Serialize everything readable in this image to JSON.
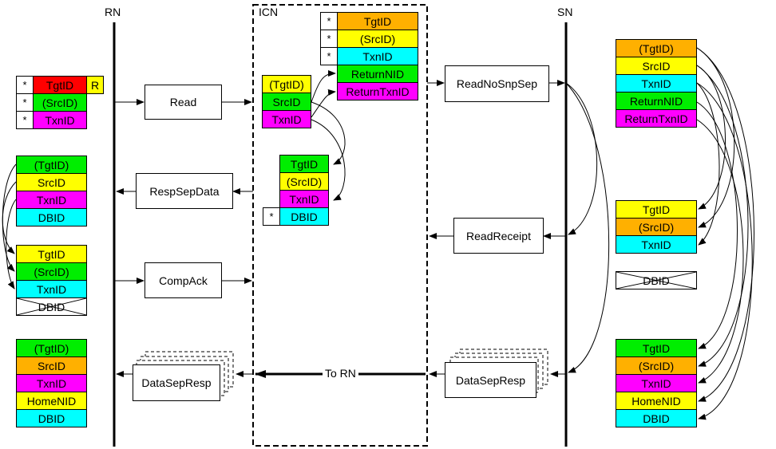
{
  "nodes": {
    "rn": "RN",
    "icn": "ICN",
    "sn": "SN"
  },
  "messages": {
    "read": "Read",
    "resp_sep_data": "RespSepData",
    "comp_ack": "CompAck",
    "data_sep_resp_rn": "DataSepResp",
    "read_no_snp_sep": "ReadNoSnpSep",
    "read_receipt": "ReadReceipt",
    "data_sep_resp_sn": "DataSepResp",
    "to_rn": "To RN"
  },
  "markers": {
    "star": "*",
    "r": "R"
  },
  "fields": {
    "rn_read": [
      "TgtID",
      "(SrcID)",
      "TxnID"
    ],
    "rn_resp_sep_data": [
      "(TgtID)",
      "SrcID",
      "TxnID",
      "DBID"
    ],
    "rn_comp_ack": [
      "TgtID",
      "(SrcID)",
      "TxnID",
      "DBID"
    ],
    "rn_data_sep_resp": [
      "(TgtID)",
      "SrcID",
      "TxnID",
      "HomeNID",
      "DBID"
    ],
    "icn_read_in": [
      "(TgtID)",
      "SrcID",
      "TxnID"
    ],
    "icn_read_out": [
      "TgtID",
      "(SrcID)",
      "TxnID",
      "ReturnNID",
      "ReturnTxnID"
    ],
    "icn_resp_sep_data": [
      "TgtID",
      "(SrcID)",
      "TxnID",
      "DBID"
    ],
    "sn_read": [
      "(TgtID)",
      "SrcID",
      "TxnID",
      "ReturnNID",
      "ReturnTxnID"
    ],
    "sn_read_receipt": [
      "TgtID",
      "(SrcID)",
      "TxnID",
      "DBID"
    ],
    "sn_data_sep_resp": [
      "TgtID",
      "(SrcID)",
      "TxnID",
      "HomeNID",
      "DBID"
    ]
  },
  "colors": {
    "red": "#ff0000",
    "yellow": "#ffff00",
    "green": "#00ee00",
    "magenta": "#ff00ff",
    "cyan": "#00ffff",
    "orange": "#ffb000",
    "white": "#ffffff"
  }
}
